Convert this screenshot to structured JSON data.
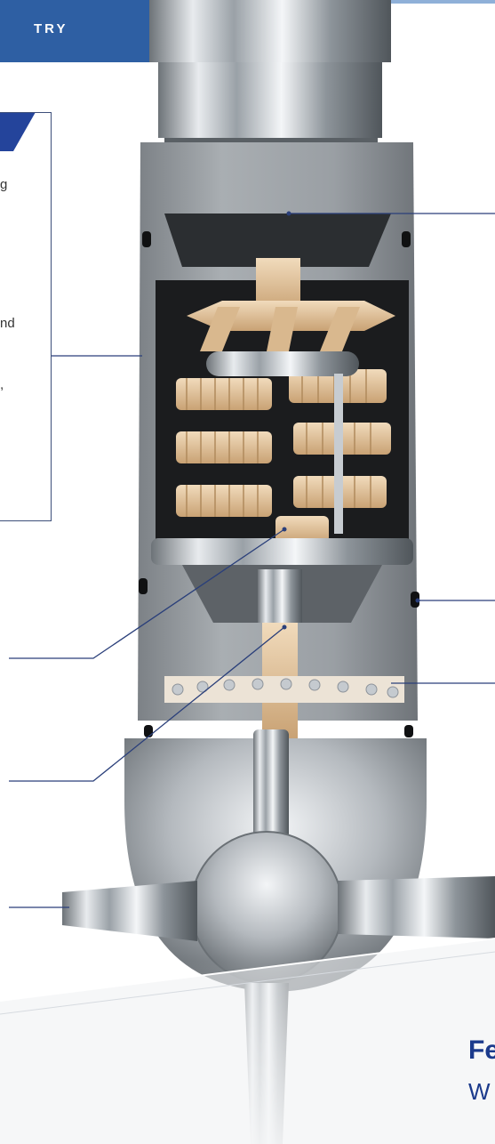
{
  "banner": {
    "label": "TRY",
    "accent_color": "#2e5fa3"
  },
  "info_box": {
    "lines": [
      "g",
      "nd",
      ","
    ]
  },
  "footer": {
    "heading": "Fe",
    "subtext": "W"
  },
  "colors": {
    "brand_blue": "#1b3a8c",
    "callout_line": "#2a3f7a",
    "gear": "#e2c39c",
    "steel": "#b7bcc1"
  }
}
